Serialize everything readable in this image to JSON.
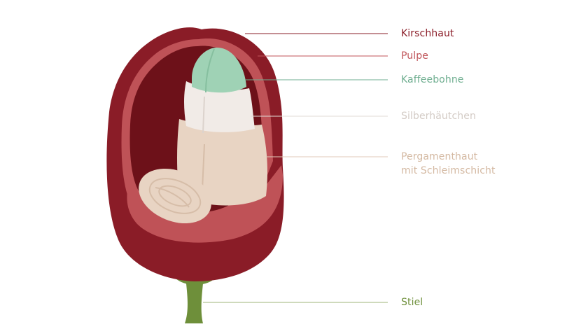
{
  "colors": {
    "skin": "#8a1c27",
    "skin_dark": "#6d1119",
    "pulp": "#bf5257",
    "bean": "#9fd2b5",
    "silver_skin": "#f1ebe7",
    "parchment": "#e8d4c3",
    "stem": "#6e8f3a"
  },
  "labels": {
    "skin": {
      "text": "Kirschhaut",
      "color": "#8a1c27"
    },
    "pulp": {
      "text": "Pulpe",
      "color": "#c0555a"
    },
    "bean": {
      "text": "Kaffeebohne",
      "color": "#6fae90"
    },
    "silver_skin": {
      "text": "Silberhäutchen",
      "color": "#d3cbc5"
    },
    "parchment": {
      "line1": "Pergamenthaut",
      "line2": "mit Schleimschicht",
      "color": "#d4b9a2"
    },
    "stem": {
      "text": "Stiel",
      "color": "#6e8f3a"
    }
  }
}
